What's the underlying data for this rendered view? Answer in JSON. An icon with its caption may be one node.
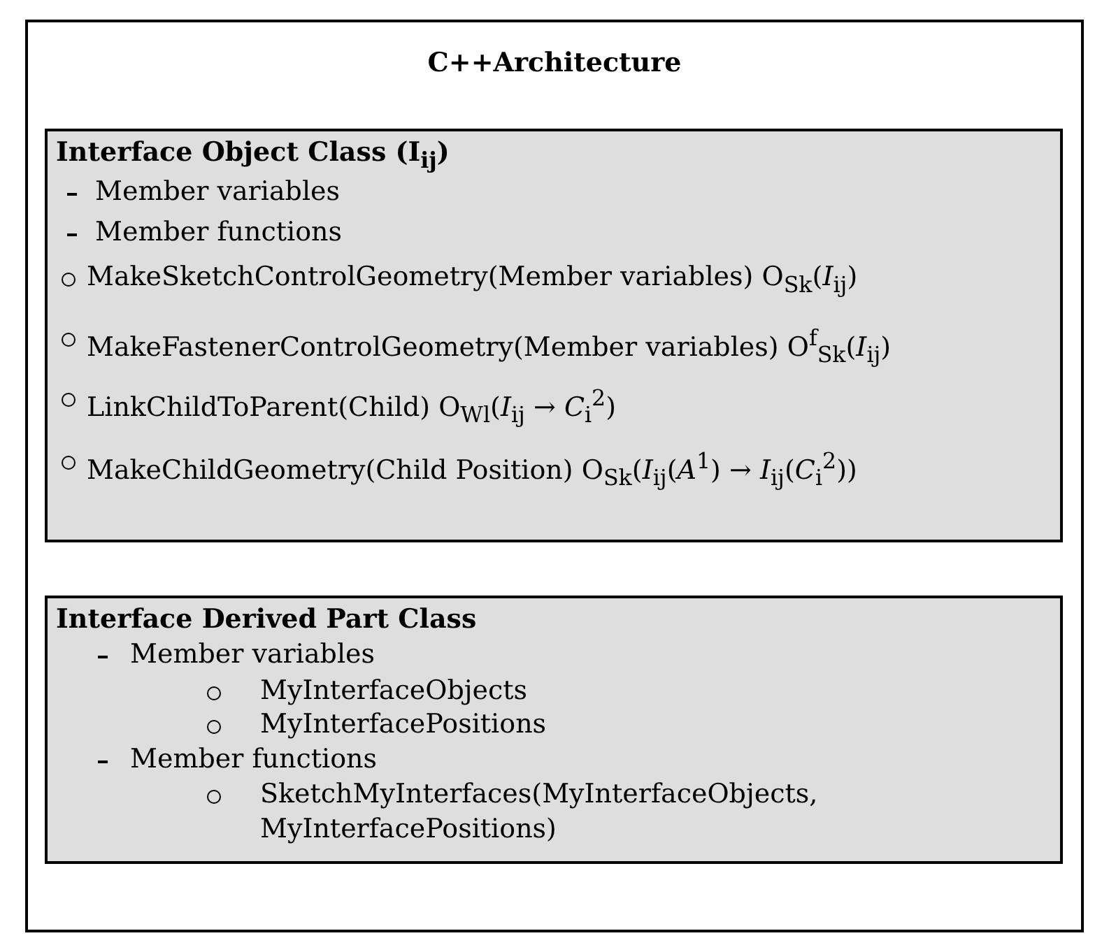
{
  "diagram": {
    "nodes": [
      {
        "text": [
          "C++Architecture"
        ]
      },
      {
        "text": [
          "Interface Object Class (I$_{ij}$)",
          "Member variables",
          "Member functions",
          "MakeSketchControlGeometry(Member variables) O$_{Sk}$(*I*$_{ij}$)",
          "MakeFastenerControlGeometry(Member variables) O$^{f}$$_{Sk}$(*I*$_{ij}$)",
          "LinkChildToParent(Child) O$_{Wl}$(*I*$_{ij}$ → *C*$_{i}$$^{2}$)",
          "MakeChildGeometry(Child Position) O$_{Sk}$(*I*$_{ij}$(*A*$^{1}$) → *I*$_{ij}$(*C*$_{i}$$^{2}$))"
        ],
        "in": 0
      },
      {
        "text": [
          "Interface Derived Part Class",
          "Member variables",
          "MyInterfaceObjects",
          "MyInterfacePositions",
          "Member functions",
          "SketchMyInterfaces(MyInterfaceObjects, MyInterfacePositions)"
        ],
        "in": 0
      }
    ],
    "edges": []
  }
}
